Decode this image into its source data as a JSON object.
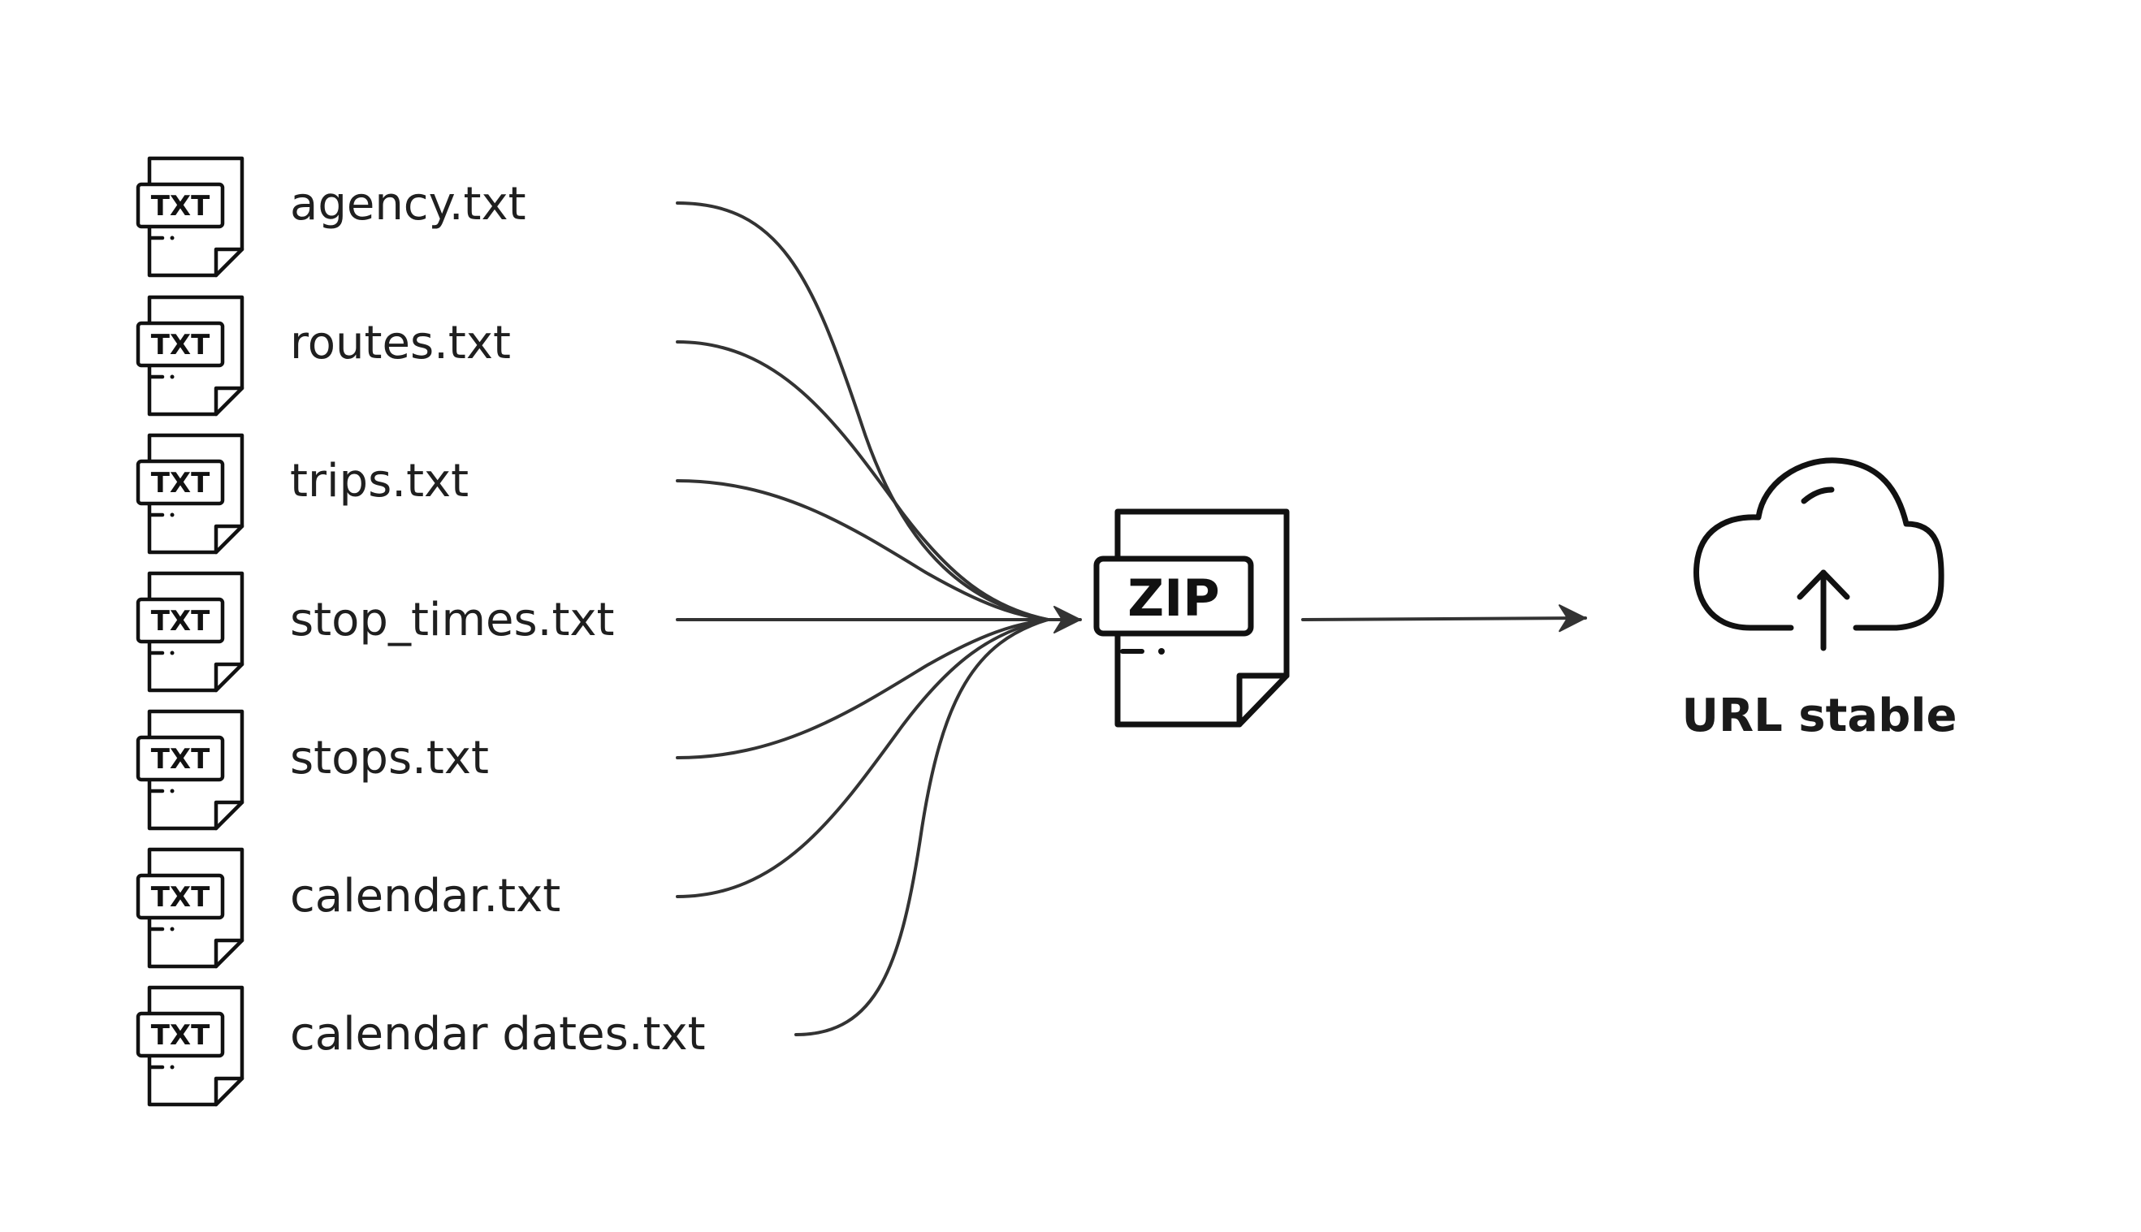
{
  "files": [
    {
      "name": "agency.txt",
      "icon": "txt-file-icon",
      "icon_label": "TXT"
    },
    {
      "name": "routes.txt",
      "icon": "txt-file-icon",
      "icon_label": "TXT"
    },
    {
      "name": "trips.txt",
      "icon": "txt-file-icon",
      "icon_label": "TXT"
    },
    {
      "name": "stop_times.txt",
      "icon": "txt-file-icon",
      "icon_label": "TXT"
    },
    {
      "name": "stops.txt",
      "icon": "txt-file-icon",
      "icon_label": "TXT"
    },
    {
      "name": "calendar.txt",
      "icon": "txt-file-icon",
      "icon_label": "TXT"
    },
    {
      "name": "calendar dates.txt",
      "icon": "txt-file-icon",
      "icon_label": "TXT"
    }
  ],
  "archive": {
    "icon": "zip-file-icon",
    "label": "ZIP"
  },
  "destination": {
    "icon": "cloud-upload-icon",
    "label": "URL stable"
  },
  "colors": {
    "stroke": "#333333",
    "icon": "#111111",
    "background": "#ffffff"
  }
}
